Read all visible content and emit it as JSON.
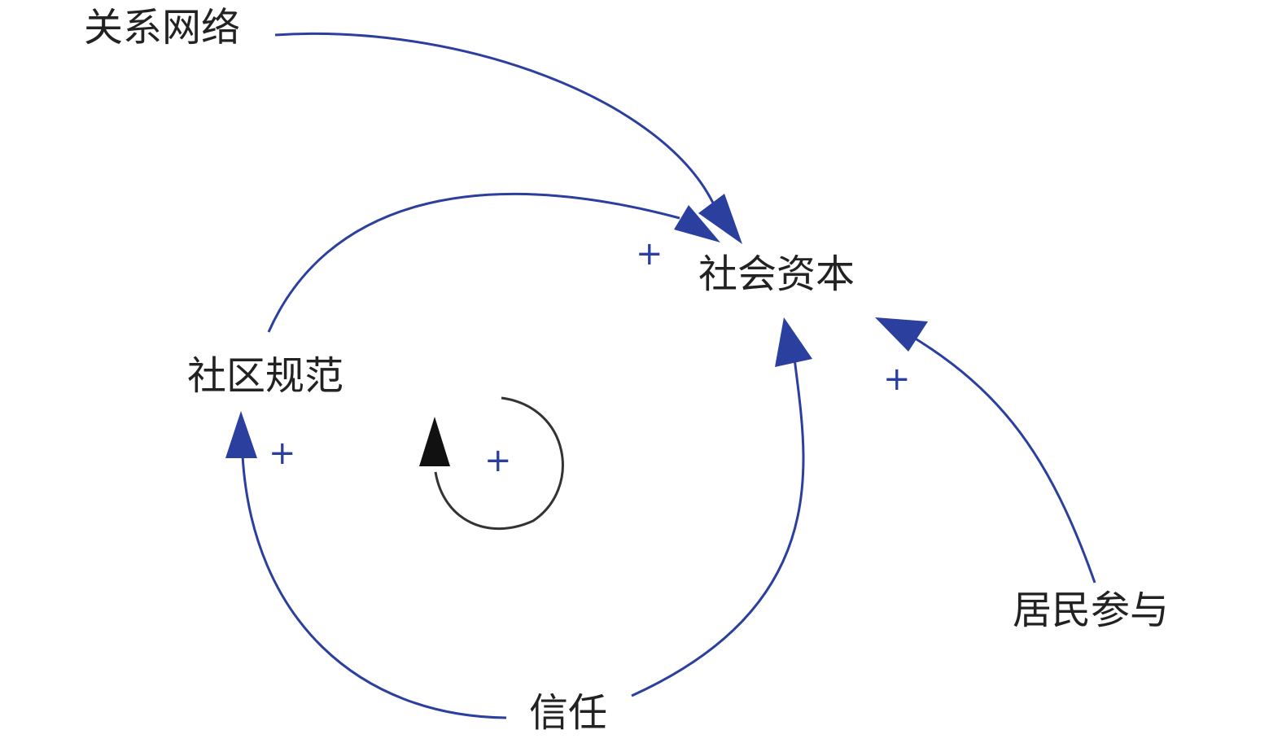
{
  "nodes": {
    "guanxi": "关系网络",
    "shehui": "社会资本",
    "shequ": "社区规范",
    "xinren": "信任",
    "jumin": "居民参与"
  },
  "polarities": {
    "p1": "+",
    "p2": "+",
    "p3": "+",
    "p4": "+"
  },
  "colors": {
    "link": "#2b3f9e",
    "loop": "#333333",
    "text": "#222222"
  }
}
